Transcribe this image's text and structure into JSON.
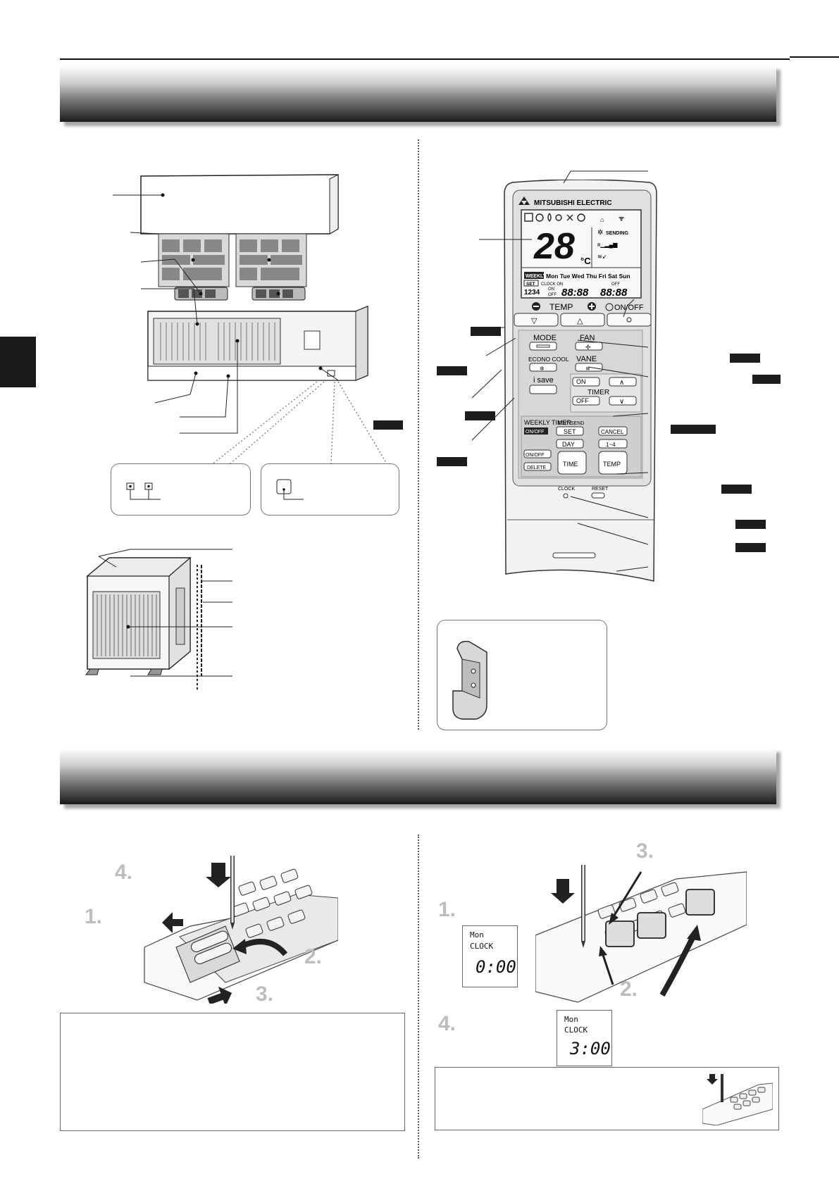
{
  "remote": {
    "brand": "MITSUBISHI ELECTRIC",
    "lcd_temp": "28",
    "lcd_unit": "°C",
    "lcd_sending": "SENDING",
    "lcd_weekly": "WEEKLY",
    "lcd_days": "Mon Tue Wed Thu Fri Sat Sun",
    "lcd_set": "SET",
    "lcd_clock_on": "CLOCK ON",
    "lcd_off": "OFF",
    "lcd_1234": "1234",
    "lcd_on": "ON",
    "lcd_off2": "OFF",
    "lcd_time1": "88:88",
    "lcd_time2": "88:88",
    "temp_label": "TEMP",
    "onoff_label": "ON/OFF",
    "mode_label": "MODE",
    "fan_label": "FAN",
    "econo_label": "ECONO COOL",
    "vane_label": "VANE",
    "isave_label": "i save",
    "timer_on_label": "ON",
    "timer_label": "TIMER",
    "timer_off_label": "OFF",
    "weekly_timer_label": "WEEKLY TIMER",
    "weekly_onoff_label": "ON/OFF",
    "editsend_label": "EDIT/SEND",
    "set_label": "SET",
    "cancel_label": "CANCEL",
    "day_label": "DAY",
    "range_label": "1~4",
    "onoff_small_label": "ON/OFF",
    "delete_label": "DELETE",
    "time_label": "TIME",
    "temp_btn_label": "TEMP",
    "clock_label": "CLOCK",
    "reset_label": "RESET"
  },
  "steps_battery": {
    "s1": "1.",
    "s2": "2.",
    "s3": "3.",
    "s4": "4."
  },
  "steps_clock": {
    "s1": "1.",
    "s2": "2.",
    "s3": "3.",
    "s4": "4.",
    "lcd1_day": "Mon",
    "lcd1_clock": "CLOCK",
    "lcd1_time": "0:00",
    "lcd2_day": "Mon",
    "lcd2_clock": "CLOCK",
    "lcd2_time": "3:00"
  }
}
